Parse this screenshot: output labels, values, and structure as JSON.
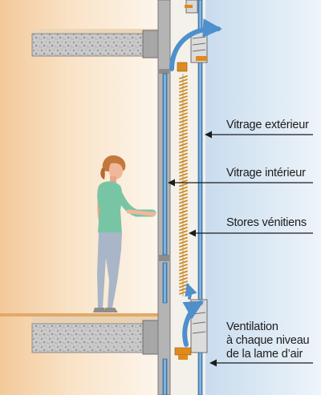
{
  "labels": {
    "outer_glazing": "Vitrage extérieur",
    "inner_glazing": "Vitrage intérieur",
    "blinds": "Stores vénitiens",
    "ventilation": "Ventilation\nà chaque niveau\nde la lame d’air"
  },
  "colors": {
    "interior_warm": "#f6d7b2",
    "exterior_cool": "#d9e8f4",
    "concrete": "#bdbdbd",
    "floor_surface": "#e2a968",
    "frame_grey": "#8c8c8c",
    "glass_blue": "#3c86c3",
    "blind_slat": "#d28a1c",
    "air_arrow": "#4d90cc",
    "pointer_arrow": "#1c1c1c"
  }
}
